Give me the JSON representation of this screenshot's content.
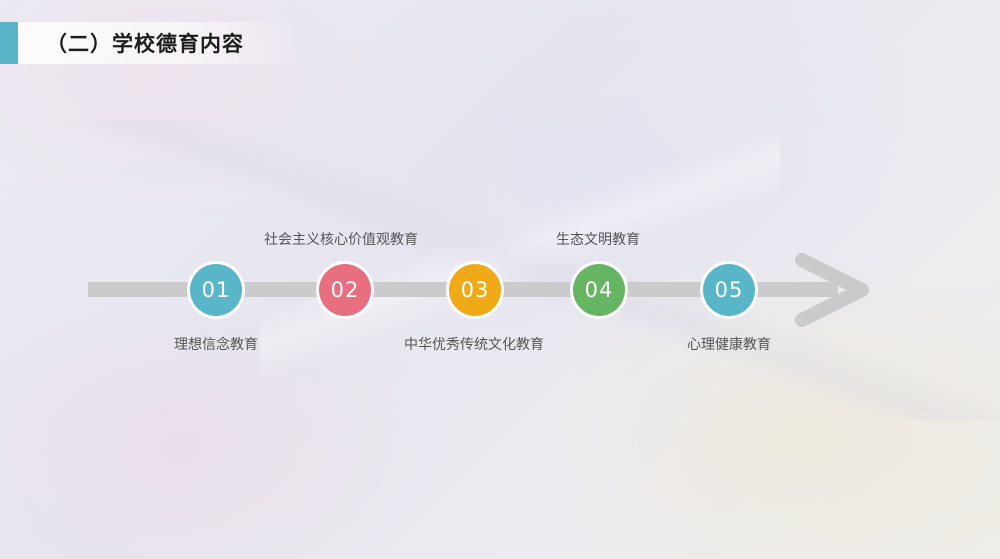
{
  "header": {
    "title": "（二）学校德育内容"
  },
  "timeline": {
    "steps": [
      {
        "number": "01",
        "label": "理想信念教育",
        "color": "#58b6c8",
        "label_side": "below"
      },
      {
        "number": "02",
        "label": "社会主义核心价值观教育",
        "color": "#e86f80",
        "label_side": "above"
      },
      {
        "number": "03",
        "label": "中华优秀传统文化教育",
        "color": "#f0aa17",
        "label_side": "below"
      },
      {
        "number": "04",
        "label": "生态文明教育",
        "color": "#66b563",
        "label_side": "above"
      },
      {
        "number": "05",
        "label": "心理健康教育",
        "color": "#58b6c8",
        "label_side": "below"
      }
    ],
    "track_color": "#cbcbcd"
  },
  "theme": {
    "accent": "#58b3c6"
  }
}
